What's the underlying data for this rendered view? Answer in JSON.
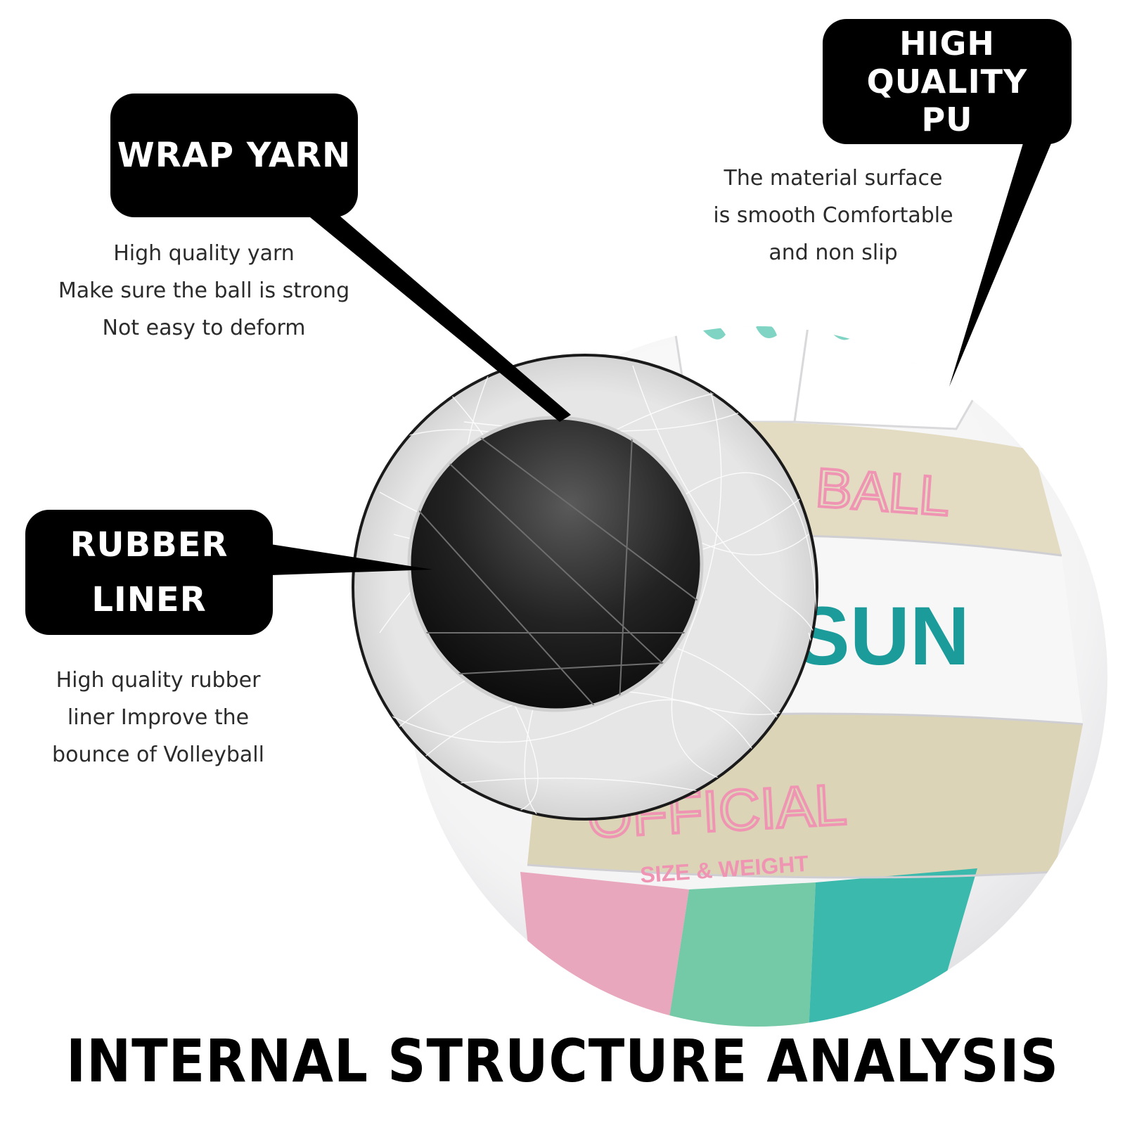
{
  "callouts": {
    "wrap_yarn": {
      "title": "WRAP YARN",
      "lines": [
        "High quality yarn",
        "Make sure the ball is strong",
        "Not easy to deform"
      ]
    },
    "rubber_liner": {
      "title_lines": [
        "RUBBER",
        "LINER"
      ],
      "lines": [
        "High quality rubber",
        "liner Improve the",
        "bounce of Volleyball"
      ]
    },
    "pu": {
      "title_lines": [
        "HIGH",
        "QUALITY",
        "PU"
      ],
      "lines": [
        "The material surface",
        "is smooth Comfortable",
        "and non slip"
      ]
    }
  },
  "ball_print": {
    "word_top": "BALL",
    "brand": "SUN",
    "word_official": "OFFICIAL",
    "subtitle": "SIZE & WEIGHT"
  },
  "footer": {
    "title": "INTERNAL STRUCTURE ANALYSIS"
  },
  "colors": {
    "label_bg": "#000000",
    "label_text": "#ffffff",
    "beige_panel": "#e3dcc2",
    "pink_text": "#ef94b2",
    "teal_text": "#1b9c9a",
    "pink_panel": "#e8a7bc",
    "mint_panel": "#74c9a6",
    "teal_panel": "#3cb9ad"
  }
}
